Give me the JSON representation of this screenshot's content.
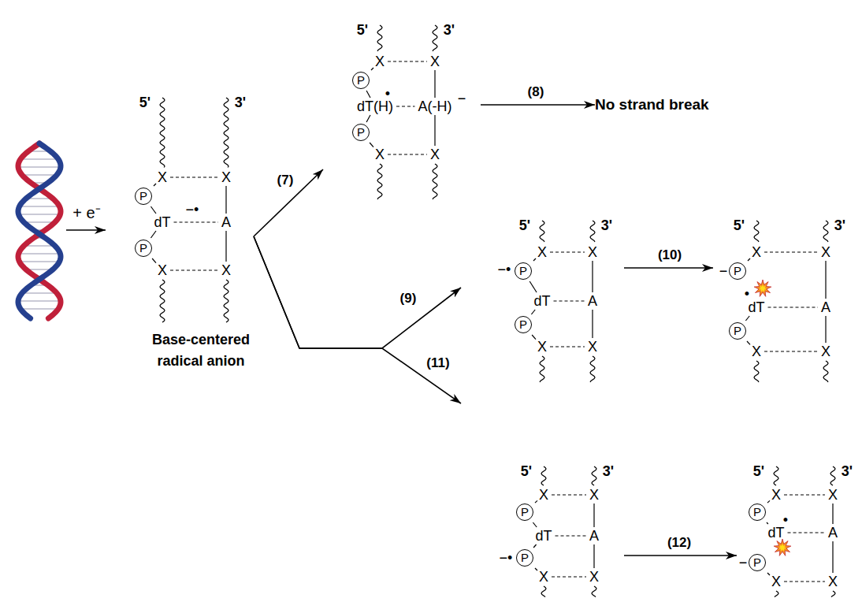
{
  "diagram": {
    "nodes": [
      {
        "text": [
          "5'",
          "3'",
          "X",
          "X",
          "P",
          "dT",
          "A",
          "P",
          "X",
          "X",
          "−•",
          "Base-centered radical anion"
        ]
      },
      {
        "text": [
          "5'",
          "3'",
          "X",
          "X",
          "P",
          "dT(H)",
          "A(-H)",
          "P",
          "X",
          "X",
          "•",
          "−"
        ]
      },
      {
        "text": [
          "No strand break"
        ]
      },
      {
        "text": [
          "5'",
          "3'",
          "X",
          "X",
          "P",
          "dT",
          "A",
          "P",
          "X",
          "X",
          "−•"
        ]
      },
      {
        "text": [
          "5'",
          "3'",
          "X",
          "X",
          "P",
          "dT",
          "A",
          "P",
          "X",
          "X",
          "−",
          "•"
        ]
      },
      {
        "text": [
          "5'",
          "3'",
          "X",
          "X",
          "P",
          "dT",
          "A",
          "P",
          "X",
          "X",
          "−•"
        ]
      },
      {
        "text": [
          "5'",
          "3'",
          "X",
          "X",
          "P",
          "dT",
          "A",
          "P",
          "X",
          "X",
          "−",
          "•"
        ]
      }
    ],
    "edges": [
      {
        "from": 0,
        "to": 1,
        "label": "(7)",
        "arrow": "to"
      },
      {
        "from": 1,
        "to": 2,
        "label": "(8)",
        "arrow": "to"
      },
      {
        "from": 0,
        "to": 3,
        "label": "(9)",
        "arrow": "to"
      },
      {
        "from": 3,
        "to": 4,
        "label": "(10)",
        "arrow": "to"
      },
      {
        "from": 0,
        "to": 5,
        "label": "(11)",
        "arrow": "to"
      },
      {
        "from": 5,
        "to": 6,
        "label": "(12)",
        "arrow": "to"
      }
    ],
    "labels": [
      "+ e⁻"
    ]
  }
}
